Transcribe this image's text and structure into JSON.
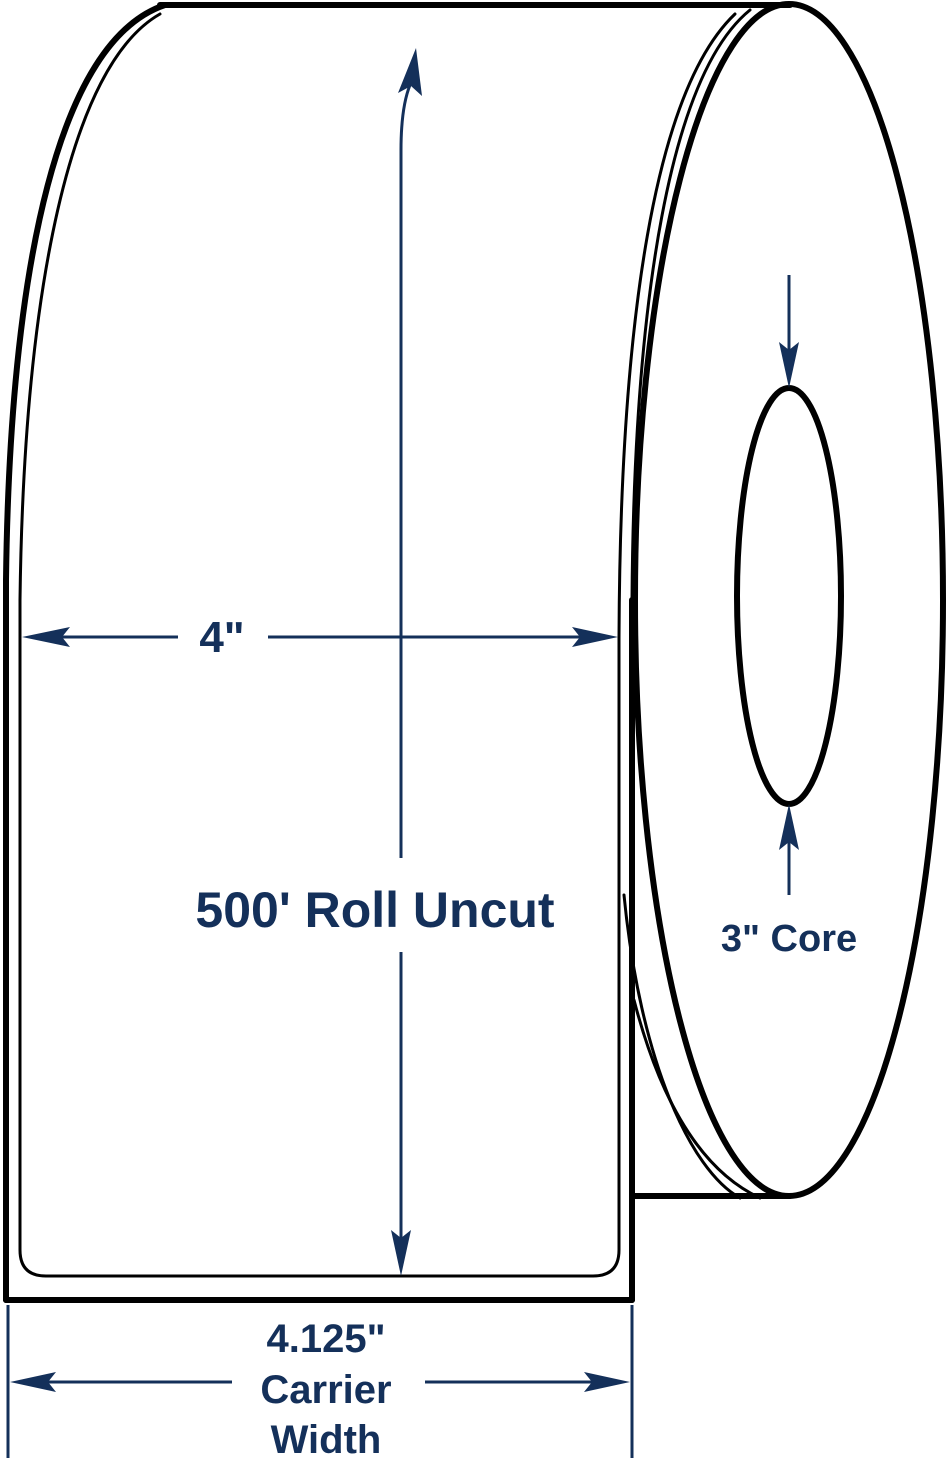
{
  "labels": {
    "label_width": "4\"",
    "roll_length": "500' Roll Uncut",
    "core_size": "3\" Core",
    "carrier_value": "4.125\"",
    "carrier_word1": "Carrier",
    "carrier_word2": "Width"
  },
  "colors": {
    "outline": "#000000",
    "dimension": "#14305a",
    "background": "#ffffff"
  }
}
